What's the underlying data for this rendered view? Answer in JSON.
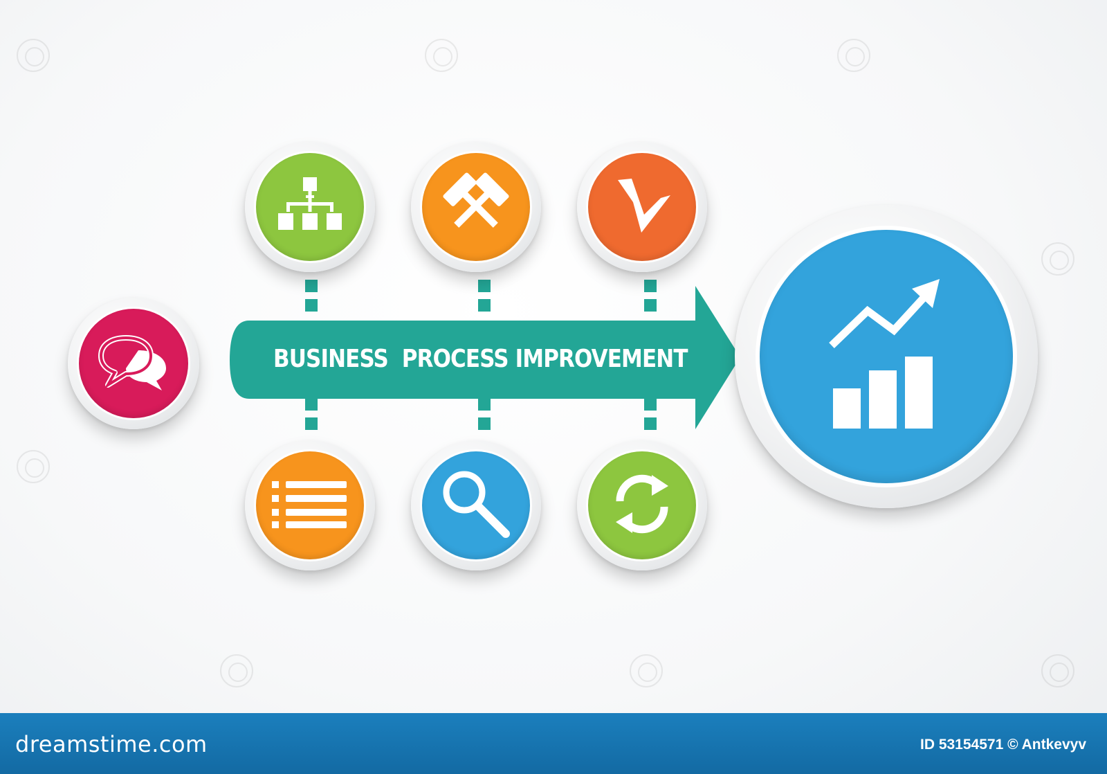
{
  "diagram": {
    "title": "BUSINESS  PROCESS IMPROVEMENT",
    "arrow_color": "#23a696",
    "connector_color": "#23a696",
    "nodes": [
      {
        "name": "chat-node",
        "icon": "speech-bubbles-icon",
        "color": "#d81b5a"
      },
      {
        "name": "hierarchy-node",
        "icon": "org-chart-icon",
        "color": "#8dc63f"
      },
      {
        "name": "tools-node",
        "icon": "crossed-hammers-icon",
        "color": "#f7941d"
      },
      {
        "name": "check-node",
        "icon": "checkmark-icon",
        "color": "#ef6a2f"
      },
      {
        "name": "list-node",
        "icon": "list-icon",
        "color": "#f7941d"
      },
      {
        "name": "search-node",
        "icon": "magnifier-icon",
        "color": "#33a3dc"
      },
      {
        "name": "refresh-node",
        "icon": "refresh-icon",
        "color": "#8dc63f"
      },
      {
        "name": "growth-node",
        "icon": "growth-chart-icon",
        "color": "#33a3dc"
      }
    ]
  },
  "footer": {
    "brand": "dreamstime.com",
    "credit": "ID 53154571 © Antkevyv",
    "color": "#1b7fbd"
  }
}
